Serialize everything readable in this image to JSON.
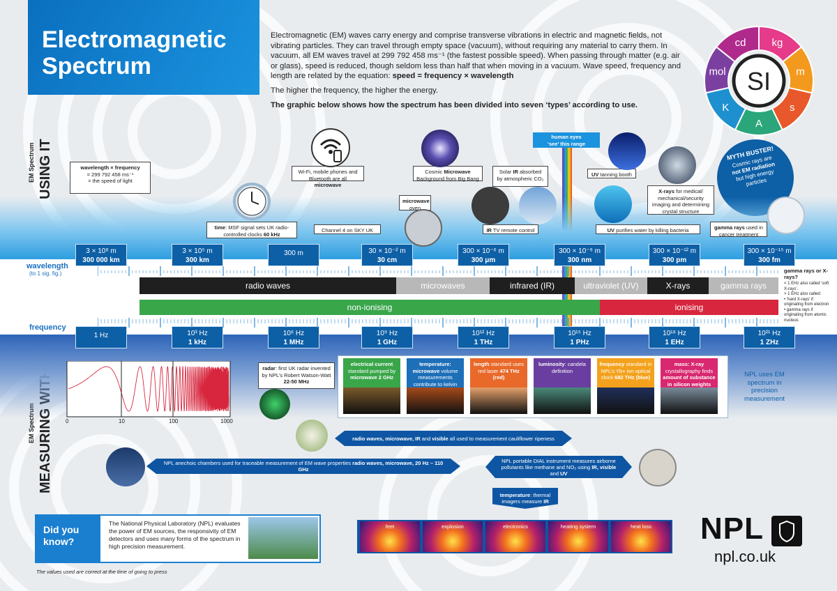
{
  "title": "Electromagnetic Spectrum",
  "intro": {
    "p1_a": "Electromagnetic (EM) waves carry energy and comprise transverse vibrations in electric and magnetic fields, not vibrating particles. They can travel through empty space (vacuum), without requiring any material to carry them. In vacuum, all EM waves travel at 299 792 458 ms⁻¹ (the fastest possible speed). When passing through matter (e.g. air or glass), speed is reduced, though seldom less than half that when moving in a vacuum. Wave speed, frequency and length are related by the equation: ",
    "p1_b": "speed = frequency × wavelength",
    "p2": "The higher the frequency, the higher the energy.",
    "p3": "The graphic below shows how the spectrum has been divided into seven ‘types’ according to use."
  },
  "si_wheel": {
    "center": "SI",
    "units": [
      "kg",
      "m",
      "s",
      "A",
      "K",
      "mol",
      "cd"
    ],
    "colors": [
      "#e53b8a",
      "#f39a1e",
      "#e8582a",
      "#2aa67a",
      "#1e90cf",
      "#7b3fa0",
      "#b02a8c"
    ]
  },
  "section_labels": {
    "using_small": "EM Spectrum",
    "using_big": "USING IT",
    "measuring_small": "EM Spectrum",
    "measuring_big": "MEASURING WITH IT"
  },
  "myth": {
    "title": "MYTH BUSTER!",
    "l1": "Cosmic rays are",
    "l2": "not EM radiation",
    "l3": "but high energy",
    "l4": "particles"
  },
  "human_eyes": {
    "l1": "human eyes",
    "l2": "‘see’ this range"
  },
  "callouts": {
    "wl_freq": {
      "a": "wavelength × frequency",
      "b": "= 299 792 458 ms⁻¹",
      "c": "= the speed of light"
    },
    "msf": {
      "a": "time",
      "b": ": MSF signal sets UK radio-controlled clocks ",
      "c": "60 kHz"
    },
    "sky": "Channel 4 on SKY UK",
    "wifi": {
      "a": "Wi-Fi, mobile phones and Bluetooth are all ",
      "b": "microwave"
    },
    "microwave_oven": {
      "a": "microwave",
      "b": "oven"
    },
    "cosmic": {
      "a": "Cosmic ",
      "b": "Microwave",
      "c": " Background from Big Bang"
    },
    "solar_ir": {
      "a": "Solar ",
      "b": "IR",
      "c": " absorbed by atmospheric CO₂"
    },
    "ir_remote": {
      "a": "IR",
      "b": " TV remote control"
    },
    "uv_tanning": {
      "a": "UV",
      "b": " tanning booth"
    },
    "uv_water": {
      "a": "UV",
      "b": " purifies water by killing bacteria"
    },
    "xrays": {
      "a": "X-rays",
      "b": " for medical/ mechanical/security imaging and determining crystal structure"
    },
    "gamma": {
      "a": "gamma rays",
      "b": " used in cancer treatment"
    },
    "radar": {
      "a": "radar",
      "b": ": first UK radar invented by NPL’s Robert Watson-Watt",
      "c": "22-50 MHz"
    }
  },
  "wavelength_label": "wavelength",
  "wavelength_sub": "(to 1 sig. fig.)",
  "frequency_label": "frequency",
  "wavelengths": [
    {
      "a": "3 × 10⁸ m",
      "b": "300 000 km"
    },
    {
      "a": "3 × 10⁵ m",
      "b": "300 km"
    },
    {
      "a": "300 m",
      "b": ""
    },
    {
      "a": "30 × 10⁻² m",
      "b": "30 cm"
    },
    {
      "a": "300 × 10⁻⁶ m",
      "b": "300 μm"
    },
    {
      "a": "300 × 10⁻⁹ m",
      "b": "300 nm"
    },
    {
      "a": "300 × 10⁻¹² m",
      "b": "300 pm"
    },
    {
      "a": "300 × 10⁻¹⁵ m",
      "b": "300 fm"
    }
  ],
  "frequencies": [
    {
      "a": "1 Hz",
      "b": ""
    },
    {
      "a": "10³ Hz",
      "b": "1 kHz"
    },
    {
      "a": "10⁶ Hz",
      "b": "1 MHz"
    },
    {
      "a": "10⁹ Hz",
      "b": "1 GHz"
    },
    {
      "a": "10¹² Hz",
      "b": "1 THz"
    },
    {
      "a": "10¹⁵ Hz",
      "b": "1 PHz"
    },
    {
      "a": "10¹⁸ Hz",
      "b": "1 EHz"
    },
    {
      "a": "10²¹ Hz",
      "b": "1 ZHz"
    }
  ],
  "types": [
    "radio waves",
    "microwaves",
    "infrared (IR)",
    "ultraviolet (UV)",
    "X-rays",
    "gamma rays"
  ],
  "ionising": {
    "non": "non-ionising",
    "ion": "ionising"
  },
  "gamma_note": {
    "q": "gamma rays or X-rays?",
    "n1": "< 1 EHz also called ‘soft X-rays’.",
    "n2": "> 1 EHz also called:",
    "n3": "• ‘hard X-rays’ if originating from electron",
    "n4": "• gamma rays if originating from atomic nucleus"
  },
  "wave_plot": {
    "ticks": [
      "0",
      "10",
      "100",
      "1000"
    ]
  },
  "standards": [
    {
      "a": "electrical current",
      "b": " standard pumped by ",
      "c": "microwave 2 GHz",
      "color": "#3aa64a"
    },
    {
      "a": "temperature: microwave",
      "b": " volume measurements contribute to kelvin redefinition",
      "c": "",
      "color": "#1d6fb8"
    },
    {
      "a": "length",
      "b": " standard uses red laser ",
      "c": "474 THz (red)",
      "color": "#e8692a"
    },
    {
      "a": "luminosity",
      "b": ": candela definition",
      "c": "",
      "color": "#6a3ea0"
    },
    {
      "a": "frequency",
      "b": " standard in NPL’s Yb+ ion optical clock ",
      "c": "682 THz (blue)",
      "color": "#f4a21d"
    },
    {
      "a": "mass: X-ray",
      "b": " crystallography finds ",
      "c": "amount of substance in silicon weights",
      "color": "#d8286f"
    }
  ],
  "npl_uses": "NPL uses EM spectrum in precision measurement",
  "arrows": {
    "cauliflower": {
      "a": "radio waves, microwave, IR",
      "b": " and ",
      "c": "visible",
      "d": " all used to measurement cauliflower ripeness"
    },
    "anechoic": {
      "a": "NPL anechoic chambers used for traceable measurement of EM wave properties ",
      "b": "radio waves, microwave, 20 Hz – 110 GHz"
    },
    "dial": {
      "a": "NPL portable DIAL instrument measures airborne pollutants like methane and NO₂ using ",
      "b": "IR, visible",
      "c": " and ",
      "d": "UV"
    },
    "thermal": {
      "a": "temperature",
      "b": ": thermal imagers measure ",
      "c": "IR"
    }
  },
  "thermal_images": [
    "feet",
    "explosion",
    "electronics",
    "heating system",
    "heat loss"
  ],
  "did_you_know": {
    "title": "Did you know?",
    "body": "The National Physical Laboratory (NPL) evaluates the power of EM sources, the responsivity of EM detectors and uses many forms of the spectrum in high precision measurement."
  },
  "footnote": "The values used are correct at the time of going to press",
  "npl": {
    "logo": "NPL",
    "url": "npl.co.uk"
  }
}
